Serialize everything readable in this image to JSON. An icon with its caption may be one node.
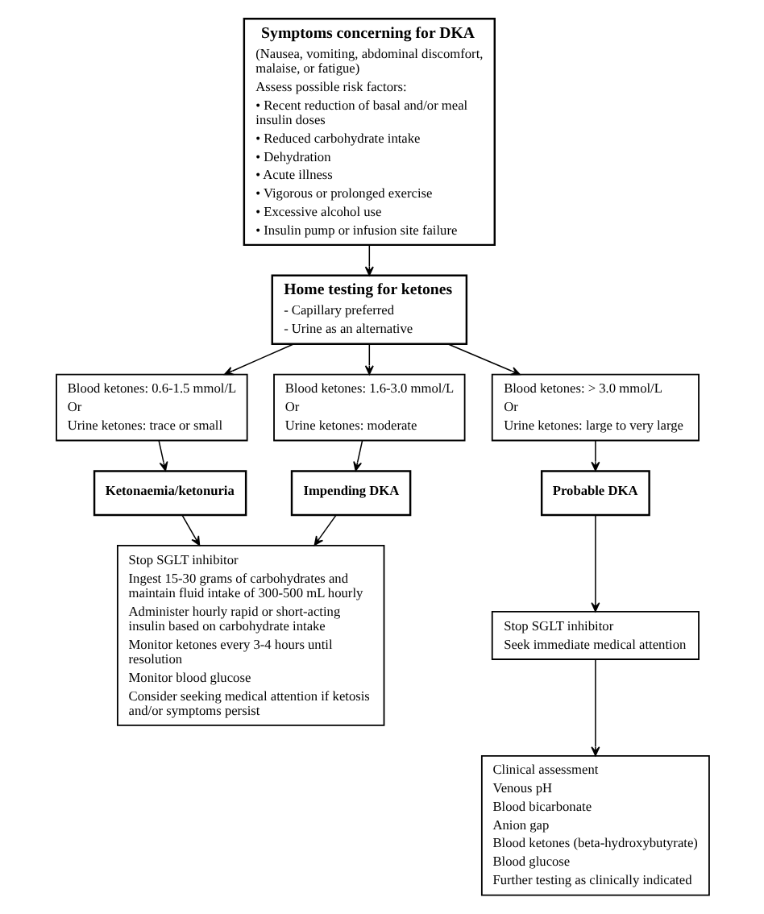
{
  "diagram": {
    "nodes": [
      {
        "text": [
          "Symptoms concerning for DKA",
          "(Nausea, vomiting, abdominal discomfort, malaise, or fatigue)",
          "Assess possible risk factors:",
          "• Recent reduction of basal and/or meal insulin doses",
          "• Reduced carbohydrate intake",
          "• Dehydration",
          "• Acute illness",
          "• Vigorous or prolonged exercise",
          "• Excessive alcohol use",
          "• Insulin pump or infusion site failure"
        ]
      },
      {
        "text": [
          "Home testing for ketones",
          "- Capillary preferred",
          "- Urine as an alternative"
        ]
      },
      {
        "text": [
          "Blood ketones: 0.6-1.5 mmol/L",
          "Or",
          "Urine ketones: trace or small"
        ]
      },
      {
        "text": [
          "Blood ketones: 1.6-3.0 mmol/L",
          "Or",
          "Urine ketones: moderate"
        ]
      },
      {
        "text": [
          "Blood ketones: > 3.0 mmol/L",
          "Or",
          "Urine ketones: large to very large"
        ]
      },
      {
        "text": [
          "Ketonaemia/ketonuria"
        ]
      },
      {
        "text": [
          "Impending DKA"
        ]
      },
      {
        "text": [
          "Probable DKA"
        ]
      },
      {
        "text": [
          "Stop SGLT inhibitor",
          "Ingest 15-30 grams of carbohydrates and maintain fluid intake of 300-500 mL hourly",
          "Administer hourly rapid or short-acting insulin based on carbohydrate intake",
          "Monitor ketones every 3-4 hours until resolution",
          "Monitor blood glucose",
          "Consider seeking medical attention if ketosis and/or symptoms persist"
        ]
      },
      {
        "text": [
          "Stop SGLT inhibitor",
          "Seek immediate medical attention"
        ]
      },
      {
        "text": [
          "Clinical assessment",
          "Venous pH",
          "Blood bicarbonate",
          "Anion gap",
          "Blood ketones (beta-hydroxybutyrate)",
          "Blood glucose",
          "Further testing as clinically indicated"
        ]
      }
    ],
    "edges": [
      {
        "from": 0,
        "to": 1,
        "arrow": "to"
      },
      {
        "from": 1,
        "to": 2,
        "arrow": "to"
      },
      {
        "from": 1,
        "to": 3,
        "arrow": "to"
      },
      {
        "from": 1,
        "to": 4,
        "arrow": "to"
      },
      {
        "from": 2,
        "to": 5,
        "arrow": "to"
      },
      {
        "from": 3,
        "to": 6,
        "arrow": "to"
      },
      {
        "from": 4,
        "to": 7,
        "arrow": "to"
      },
      {
        "from": 5,
        "to": 8,
        "arrow": "to"
      },
      {
        "from": 6,
        "to": 8,
        "arrow": "to"
      },
      {
        "from": 7,
        "to": 9,
        "arrow": "to"
      },
      {
        "from": 9,
        "to": 10,
        "arrow": "to"
      }
    ]
  }
}
